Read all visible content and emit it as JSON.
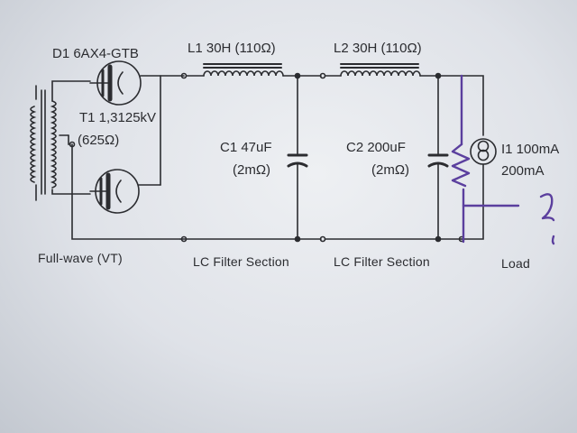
{
  "labels": {
    "d1": "D1 6AX4-GTB",
    "l1": "L1 30H (110Ω)",
    "l2": "L2 30H (110Ω)",
    "t1": "T1 1,3125kV",
    "t1_res": "(625Ω)",
    "c1": "C1 47uF",
    "c1_esr": "(2mΩ)",
    "c2": "C2 200uF",
    "c2_esr": "(2mΩ)",
    "i1": "I1 100mA",
    "i1_alt": "200mA",
    "fullwave": "Full-wave (VT)",
    "lc1": "LC Filter Section",
    "lc2": "LC Filter Section",
    "load": "Load"
  },
  "colors": {
    "ink": "#2b2c30",
    "pen": "#5b3f9e",
    "paper": "#e4e7ec"
  }
}
